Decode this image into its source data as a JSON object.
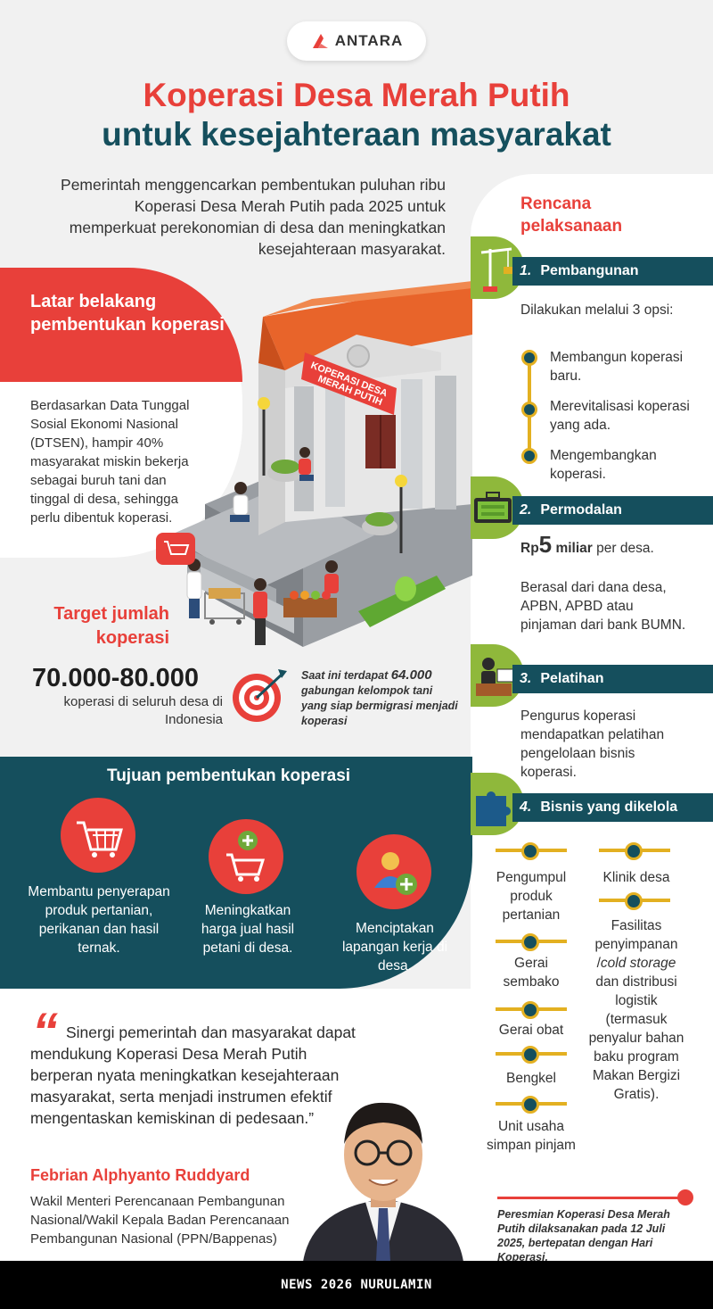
{
  "brand": {
    "name": "ANTARA"
  },
  "title": {
    "line1": "Koperasi Desa Merah Putih",
    "line2": "untuk kesejahteraan masyarakat"
  },
  "intro": "Pemerintah menggencarkan pembentukan puluhan ribu Koperasi Desa Merah Putih pada 2025 untuk memperkuat perekonomian di desa dan meningkatkan kesejahteraan masyarakat.",
  "background": {
    "title": "Latar belakang pembentukan koperasi",
    "text": "Berdasarkan Data Tunggal Sosial Ekonomi Nasional (DTSEN), hampir 40% masyarakat miskin bekerja sebagai buruh tani dan tinggal di desa, sehingga perlu dibentuk koperasi."
  },
  "building_sign": [
    "KOPERASI DESA",
    "MERAH PUTIH"
  ],
  "target": {
    "title": "Target jumlah koperasi",
    "number": "70.000-80.000",
    "desc": "koperasi di seluruh desa di Indonesia",
    "note_prefix": "Saat ini terdapat ",
    "note_number": "64.000",
    "note_suffix": " gabungan kelompok tani yang siap bermigrasi menjadi koperasi"
  },
  "goals": {
    "title": "Tujuan pembentukan koperasi",
    "items": [
      {
        "icon": "shopping-cart-icon",
        "text": "Membantu penyerapan produk pertanian, perikanan dan hasil ternak."
      },
      {
        "icon": "cart-plus-icon",
        "text": "Meningkatkan harga jual hasil petani di desa."
      },
      {
        "icon": "person-plus-icon",
        "text": "Menciptakan lapangan kerja di desa."
      }
    ]
  },
  "quote": {
    "text": "Sinergi pemerintah dan masyarakat dapat mendukung Koperasi Desa Merah Putih berperan nyata meningkatkan kesejahteraan masyarakat, serta menjadi instrumen efektif mengentaskan kemiskinan di pedesaan.”",
    "name": "Febrian Alphyanto Ruddyard",
    "role": "Wakil Menteri Perencanaan Pembangunan Nasional/Wakil Kepala Badan Perencanaan Pembangunan Nasional (PPN/Bappenas)"
  },
  "plan": {
    "title": "Rencana pelaksanaan",
    "steps": [
      {
        "num": "1.",
        "label": "Pembangunan",
        "icon": "construction-crane-icon"
      },
      {
        "num": "2.",
        "label": "Permodalan",
        "icon": "money-case-icon"
      },
      {
        "num": "3.",
        "label": "Pelatihan",
        "icon": "presenter-icon"
      },
      {
        "num": "4.",
        "label": "Bisnis yang dikelola",
        "icon": "puzzle-icon"
      }
    ],
    "step1_intro": "Dilakukan melalui 3 opsi:",
    "step1_options": [
      "Membangun koperasi baru.",
      "Merevitalisasi koperasi yang ada.",
      "Mengembangkan koperasi."
    ],
    "step2_rp": "Rp",
    "step2_amount": "5",
    "step2_unit": " miliar",
    "step2_suffix": " per desa.",
    "step2_source": "Berasal dari dana desa, APBN, APBD atau pinjaman dari bank BUMN.",
    "step3_text": "Pengurus koperasi mendapatkan pelatihan pengelolaan bisnis koperasi.",
    "business_left": [
      "Pengumpul produk pertanian",
      "Gerai sembako",
      "Gerai obat",
      "Bengkel",
      "Unit usaha simpan pinjam"
    ],
    "business_right_1": "Klinik desa",
    "business_right_2_pre": "Fasilitas penyimpanan /",
    "business_right_2_italic": "cold storage",
    "business_right_2_post": " dan distribusi logistik (termasuk penyalur bahan baku program Makan Bergizi Gratis).",
    "inauguration": "Peresmian Koperasi Desa Merah Putih dilaksanakan pada 12 Juli 2025, bertepatan dengan Hari Koperasi."
  },
  "footer": "NEWS 2026 NURULAMIN",
  "colors": {
    "red": "#e8403a",
    "teal": "#154f5d",
    "green": "#8fb83b",
    "gold": "#e3b021"
  }
}
